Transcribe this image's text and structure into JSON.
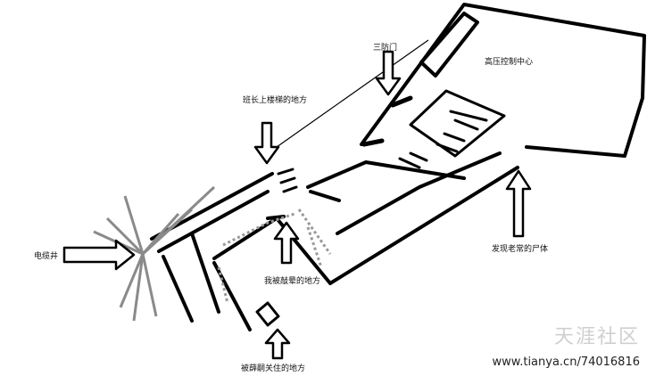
{
  "labels": {
    "hv_center": "高压控制中心",
    "fire_door": "三防门",
    "stairs": "班长上楼梯的地方",
    "cable_well": "电缆井",
    "knocked_out": "我被敲晕的地方",
    "body_found": "发现老常的尸体",
    "locked_up": "被薛嗣关住的地方"
  },
  "watermark": {
    "site": "天涯社区",
    "url": "www.tianya.cn/74016816"
  },
  "colors": {
    "line": "#000000",
    "gray": "#8a8a8a",
    "background": "#ffffff"
  }
}
